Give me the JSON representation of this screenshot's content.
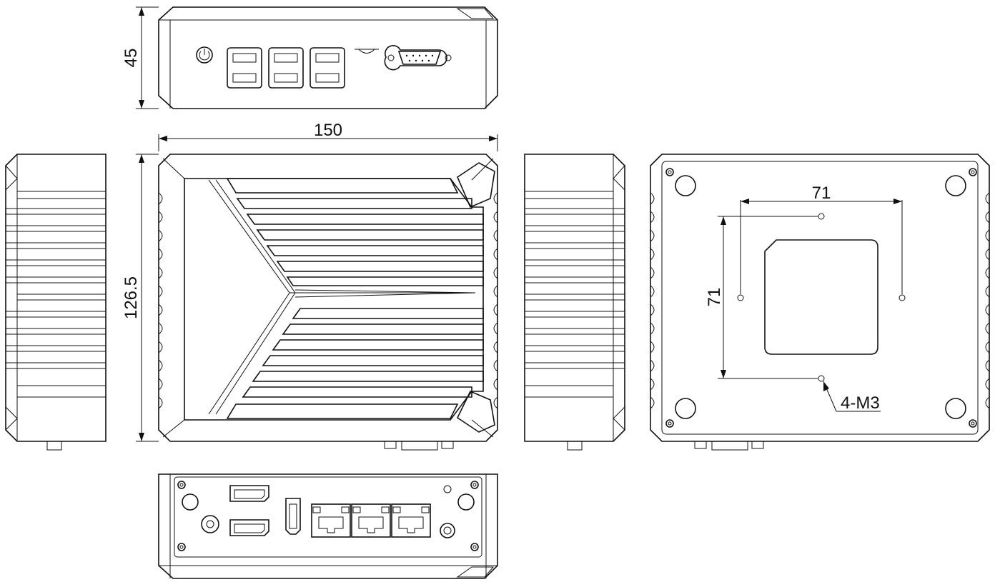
{
  "dimensions": {
    "height_front": "45",
    "width_top": "150",
    "depth_top": "126.5",
    "bottom_hole_spacing_x": "71",
    "bottom_hole_spacing_y": "71",
    "bottom_hole_spec": "4-M3"
  },
  "views": {
    "front": "front-panel",
    "top": "top-view",
    "left": "left-side",
    "right": "right-side",
    "bottom": "bottom-view",
    "rear": "rear-panel"
  },
  "port_icons": {
    "front": [
      "power-button-icon",
      "usb-port-icon",
      "sd-slot-icon",
      "serial-port-icon"
    ],
    "rear": [
      "displayport-icon",
      "hdmi-port-icon",
      "ethernet-port-icon",
      "audio-jack-icon",
      "dc-power-jack-icon"
    ]
  },
  "colors": {
    "line": "#111111",
    "background": "#ffffff"
  }
}
